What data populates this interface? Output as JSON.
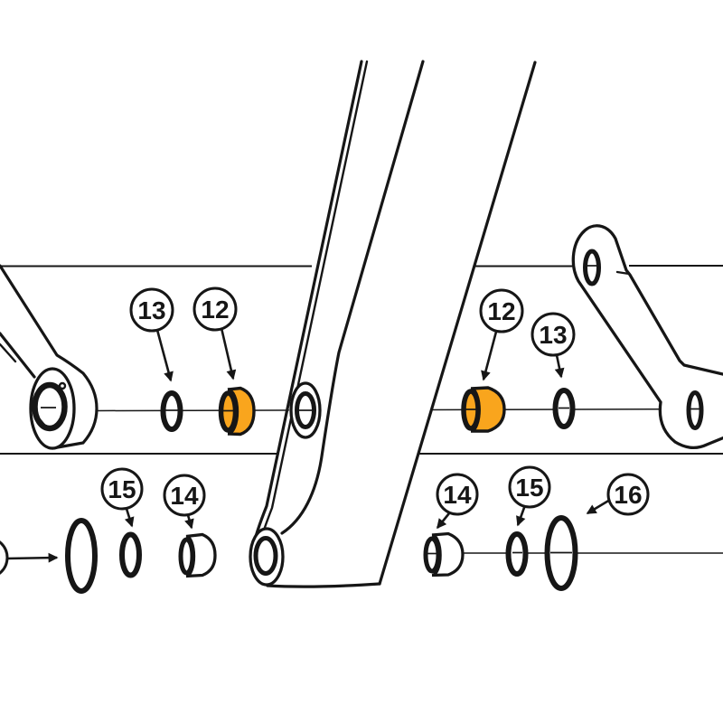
{
  "colors": {
    "background": "#ffffff",
    "line": "#161616",
    "highlight": "#F9A51D"
  },
  "callouts": [
    {
      "id": "callout-13-upper-left",
      "label": "13"
    },
    {
      "id": "callout-12-upper-left",
      "label": "12"
    },
    {
      "id": "callout-12-upper-right",
      "label": "12"
    },
    {
      "id": "callout-13-upper-right",
      "label": "13"
    },
    {
      "id": "callout-15-lower-left",
      "label": "15"
    },
    {
      "id": "callout-14-lower-left",
      "label": "14"
    },
    {
      "id": "callout-14-lower-right",
      "label": "14"
    },
    {
      "id": "callout-15-lower-right",
      "label": "15"
    },
    {
      "id": "callout-16-lower-right",
      "label": "16"
    }
  ]
}
